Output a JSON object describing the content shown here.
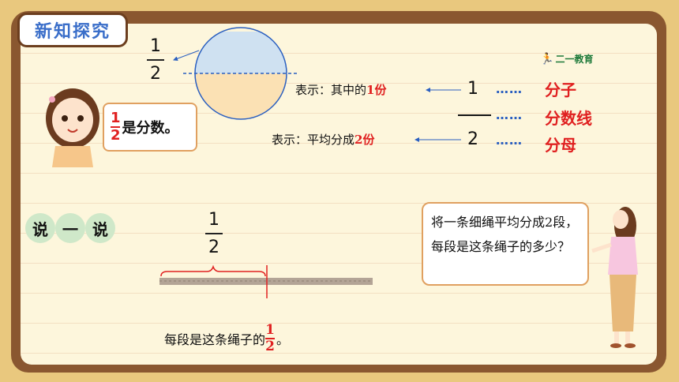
{
  "header": {
    "title": "新知探究"
  },
  "top_fraction": {
    "numerator": "1",
    "denominator": "2"
  },
  "logo": {
    "text": "二一教育"
  },
  "explain": {
    "numerator_prefix": "表示：其中的",
    "numerator_highlight": "1份",
    "denominator_prefix": "表示：平均分成",
    "denominator_highlight": "2份",
    "numerator_value": "1",
    "denominator_value": "2",
    "dots": "……",
    "term_numerator": "分子",
    "term_line": "分数线",
    "term_denominator": "分母"
  },
  "girl_bubble": {
    "num": "1",
    "den": "2",
    "text": "是分数。"
  },
  "say": {
    "c1": "说",
    "c2": "一",
    "c3": "说"
  },
  "rope_fraction": {
    "numerator": "1",
    "denominator": "2"
  },
  "teacher_bubble": {
    "text": "将一条细绳平均分成2段，每段是这条绳子的多少？"
  },
  "answer": {
    "prefix": "每段是这条绳子的",
    "num": "1",
    "den": "2",
    "suffix": "。"
  },
  "colors": {
    "accent_red": "#e02020",
    "accent_blue": "#3a6ec9",
    "board_brown": "#8a5730"
  }
}
